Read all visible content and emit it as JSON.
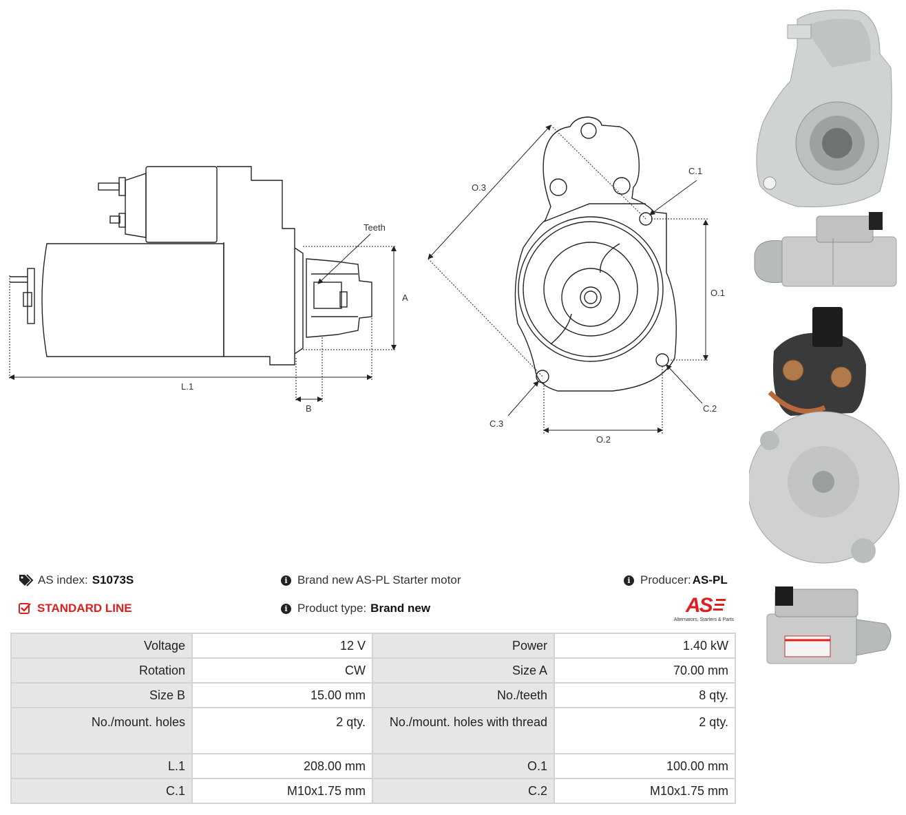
{
  "drawing_labels": {
    "teeth": "Teeth",
    "a": "A",
    "b": "B",
    "l1": "L.1",
    "o1": "O.1",
    "o2": "O.2",
    "o3": "O.3",
    "c1": "C.1",
    "c2": "C.2",
    "c3": "C.3"
  },
  "info": {
    "index_label": "AS index:",
    "index_value": "S1073S",
    "line_label": "STANDARD LINE",
    "title": "Brand new AS-PL Starter motor",
    "product_type_label": "Product type:",
    "product_type_value": "Brand new",
    "producer_label": "Producer:",
    "producer_value": "AS-PL",
    "logo_text": "AS",
    "logo_tagline": "Alternators, Starters & Parts"
  },
  "icons": {
    "tag": "tags-icon",
    "check": "check-square-icon",
    "info": "info-circle-icon",
    "accent": "#e01e1e"
  },
  "specs": [
    {
      "k1": "Voltage",
      "v1": "12 V",
      "k2": "Power",
      "v2": "1.40 kW"
    },
    {
      "k1": "Rotation",
      "v1": "CW",
      "k2": "Size A",
      "v2": "70.00 mm"
    },
    {
      "k1": "Size B",
      "v1": "15.00 mm",
      "k2": "No./teeth",
      "v2": "8 qty."
    },
    {
      "k1": "No./mount. holes",
      "v1": "2 qty.",
      "k2": "No./mount. holes with thread",
      "v2": "2 qty."
    },
    {
      "k1": "L.1",
      "v1": "208.00 mm",
      "k2": "O.1",
      "v2": "100.00 mm"
    },
    {
      "k1": "C.1",
      "v1": "M10x1.75 mm",
      "k2": "C.2",
      "v2": "M10x1.75 mm"
    }
  ]
}
